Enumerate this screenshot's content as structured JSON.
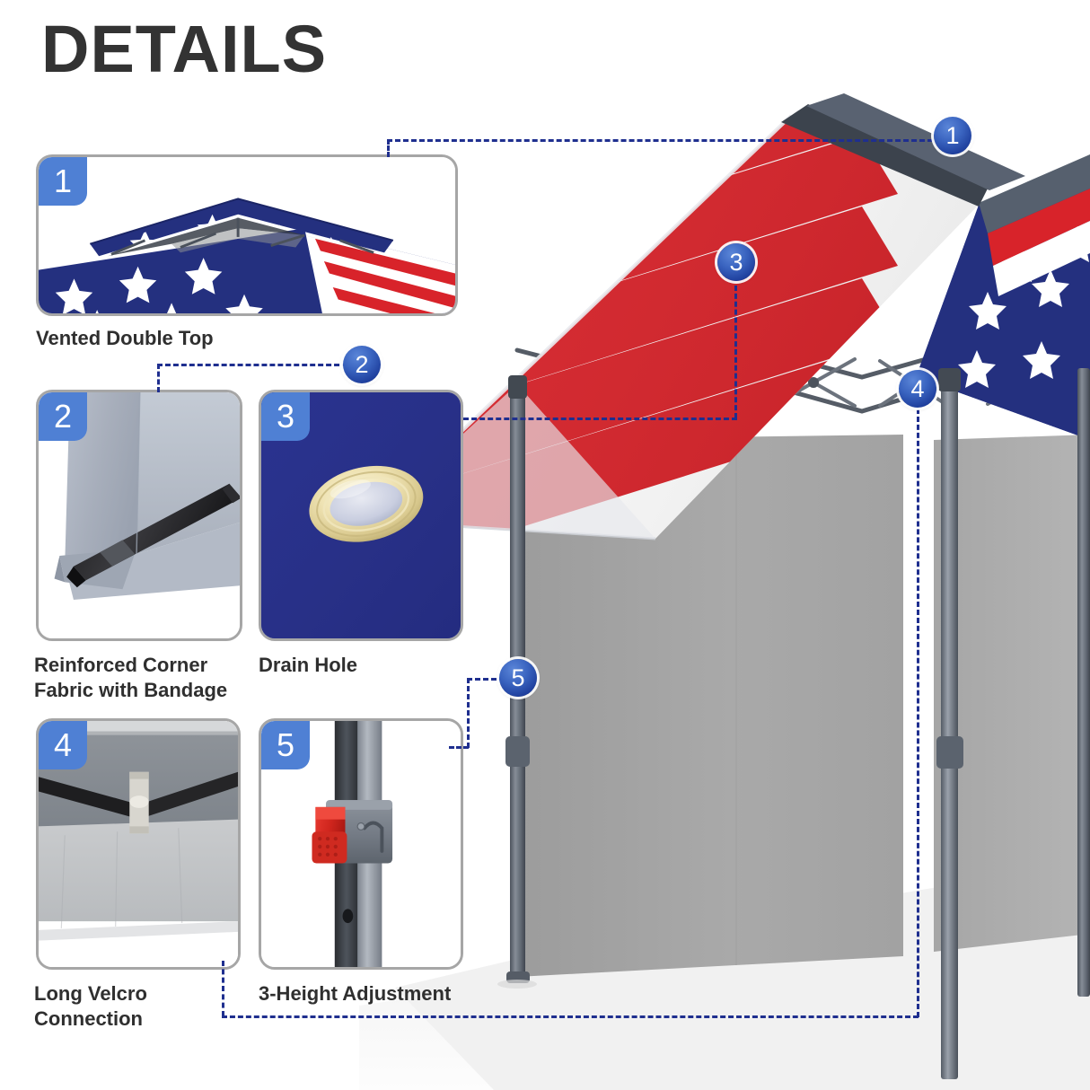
{
  "page": {
    "title": "DETAILS",
    "background": "#ffffff",
    "title_color": "#333333",
    "accent_blue": "#4f80d4",
    "line_color": "#1f2f8f",
    "card_border": "#a6a6a6"
  },
  "cards": [
    {
      "number": "1",
      "caption": "Vented Double Top",
      "photo_alt": "flag-canopy-vented-top-photo"
    },
    {
      "number": "2",
      "caption": "Reinforced Corner\nFabric with Bandage",
      "photo_alt": "reinforced-corner-fabric-photo"
    },
    {
      "number": "3",
      "caption": "Drain Hole",
      "photo_alt": "drain-hole-grommet-photo"
    },
    {
      "number": "4",
      "caption": "Long Velcro\nConnection",
      "photo_alt": "velcro-truss-connection-photo"
    },
    {
      "number": "5",
      "caption": "3-Height Adjustment",
      "photo_alt": "height-adjustment-button-photo"
    }
  ],
  "callouts": [
    {
      "number": "1",
      "target": "vented-double-top"
    },
    {
      "number": "2",
      "target": "reinforced-corner"
    },
    {
      "number": "3",
      "target": "drain-hole"
    },
    {
      "number": "4",
      "target": "long-velcro-connection"
    },
    {
      "number": "5",
      "target": "height-adjustment"
    }
  ],
  "hero": {
    "alt": "american-flag-pop-up-canopy-with-gray-sidewall"
  }
}
